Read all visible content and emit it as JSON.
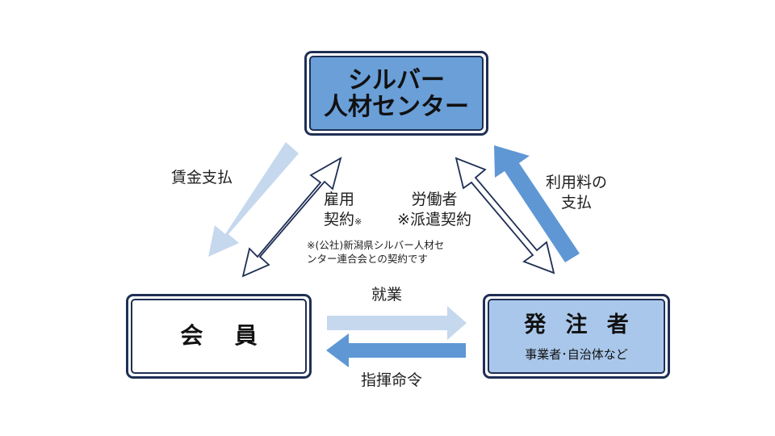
{
  "nodes": {
    "center": {
      "line1": "シルバー",
      "line2": "人材センター"
    },
    "member": {
      "title": "会員"
    },
    "orderer": {
      "title": "発注者",
      "subtitle": "事業者･自治体など"
    }
  },
  "relations": {
    "wage_payment": "賃金支払",
    "employment_contract_line1": "雇用",
    "employment_contract_line2": "契約",
    "employment_contract_mark": "※",
    "worker_dispatch_line1": "労働者",
    "worker_dispatch_line2": "※派遣契約",
    "usage_fee_line1": "利用料の",
    "usage_fee_line2": "支払",
    "work": "就業",
    "instruction": "指揮命令"
  },
  "footnote": {
    "line1": "※(公社)新潟県シルバー人材セ",
    "line2": "ンター連合会との契約です"
  },
  "colors": {
    "center_fill": "#6a9fd8",
    "orderer_fill": "#a9c7ea",
    "border": "#1f2f55",
    "arrow_light": "#c5d8ee",
    "arrow_mid": "#5e97d4"
  }
}
